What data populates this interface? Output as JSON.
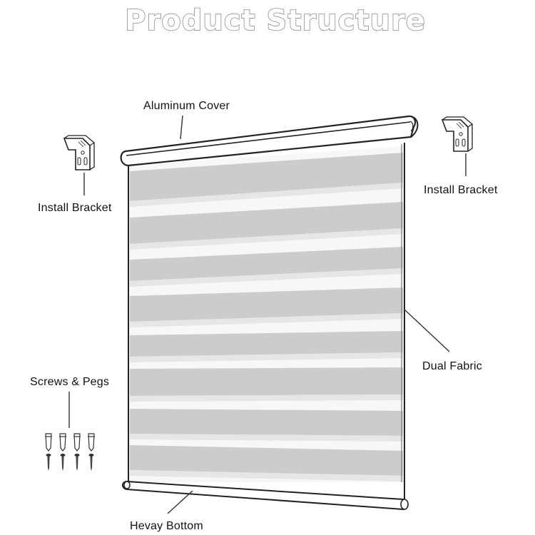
{
  "title": "Product Structure",
  "colors": {
    "title_fill": "#ffffff",
    "title_stroke": "#8c8c8c",
    "outline": "#222222",
    "stripe": "#cccccc",
    "sheer": "#f7f7f7",
    "leader": "#333333"
  },
  "labels": {
    "aluminum_cover": "Aluminum Cover",
    "install_bracket_left": "Install Bracket",
    "install_bracket_right": "Install Bracket",
    "dual_fabric": "Dual Fabric",
    "screws_pegs": "Screws & Pegs",
    "heavy_bottom": "Hevay Bottom"
  },
  "icons": {
    "bracket_left": "install-bracket-icon",
    "bracket_right": "install-bracket-icon",
    "screws": "screw-peg-icon"
  }
}
